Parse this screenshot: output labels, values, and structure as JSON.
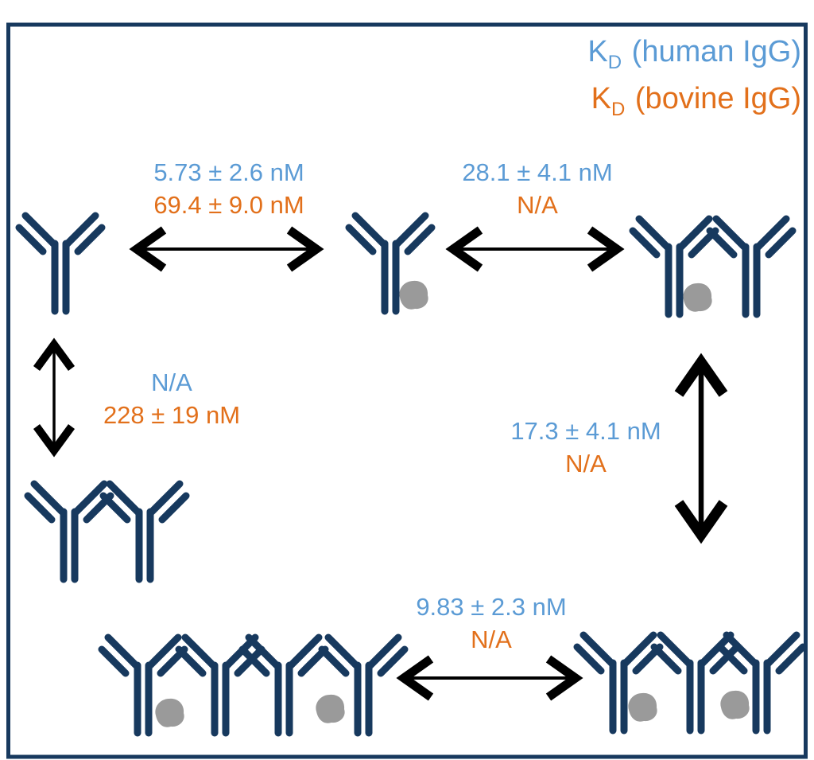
{
  "legend": {
    "human": {
      "k": "K",
      "sub": "D",
      "rest": " (human IgG)"
    },
    "bovine": {
      "k": "K",
      "sub": "D",
      "rest": " (bovine IgG)"
    }
  },
  "colors": {
    "human_text": "#5B9BD5",
    "bovine_text": "#E2701B",
    "antibody": "#17395E",
    "antigen": "#9A9A9A",
    "arrow": "#000000",
    "border": "#17395E"
  },
  "equilibria": [
    {
      "name": "free-antibody-vs-conjugate",
      "human_kd": "5.73 ± 2.6 nM",
      "bovine_kd": "69.4 ± 9.0 nM"
    },
    {
      "name": "conjugate-vs-dimer",
      "human_kd": "28.1 ± 4.1 nM",
      "bovine_kd": "N/A"
    },
    {
      "name": "free-antibody-vs-dimer",
      "human_kd": "N/A",
      "bovine_kd": "228 ± 19 nM"
    },
    {
      "name": "dimer-vs-oligomer",
      "human_kd": "17.3 ± 4.1 nM",
      "bovine_kd": "N/A"
    },
    {
      "name": "oligomer-vs-oligomer",
      "human_kd": "9.83 ± 2.3 nM",
      "bovine_kd": "N/A"
    }
  ]
}
